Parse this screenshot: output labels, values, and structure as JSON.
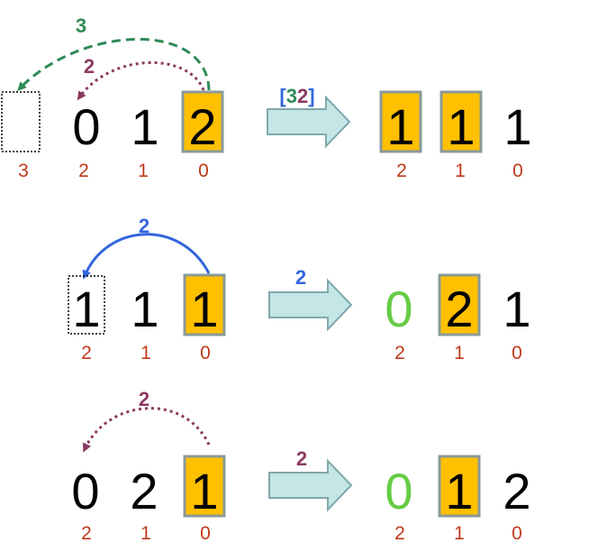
{
  "colors": {
    "digit": "#000000",
    "digit_new": "#66cc44",
    "index": "#c0391b",
    "highlight_fill": "#ffc000",
    "highlight_stroke": "#8a9a9a",
    "arrow_fill": "#c5e6e6",
    "arrow_stroke": "#7fa8ac",
    "carry_green": "#2e8b57",
    "carry_purple": "#8b3a62",
    "carry_blue": "#3366dd"
  },
  "row1": {
    "carry3_label": "3",
    "carry2_label": "2",
    "left_digits": [
      "0",
      "1",
      "2"
    ],
    "left_indices": [
      "3",
      "2",
      "1",
      "0"
    ],
    "arrow_label_open": "[",
    "arrow_label_a": "3",
    "arrow_label_b": "2",
    "arrow_label_close": "]",
    "right_digits": [
      "1",
      "1",
      "1"
    ],
    "right_indices": [
      "2",
      "1",
      "0"
    ]
  },
  "row2": {
    "carry_label": "2",
    "left_digits": [
      "1",
      "1",
      "1"
    ],
    "left_indices": [
      "2",
      "1",
      "0"
    ],
    "arrow_label": "2",
    "right_digits": [
      "0",
      "2",
      "1"
    ],
    "right_indices": [
      "2",
      "1",
      "0"
    ]
  },
  "row3": {
    "carry_label": "2",
    "left_digits": [
      "0",
      "2",
      "1"
    ],
    "left_indices": [
      "2",
      "1",
      "0"
    ],
    "arrow_label": "2",
    "right_digits": [
      "0",
      "1",
      "2"
    ],
    "right_indices": [
      "2",
      "1",
      "0"
    ]
  }
}
